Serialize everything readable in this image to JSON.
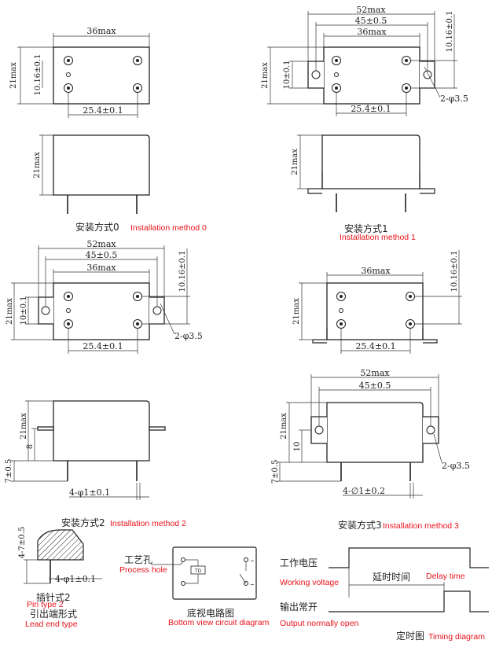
{
  "labels": {
    "m0_cn": "安装方式0",
    "m0_en": "Installation method 0",
    "m1_cn": "安装方式1",
    "m1_en": "Installation method 1",
    "m2_cn": "安装方式2",
    "m2_en": "Installation method 2",
    "m3_cn": "安装方式3",
    "m3_en": "Installation method 3",
    "pin_cn": "插针式2",
    "pin_en": "Pin type 2",
    "lead_cn": "引出端形式",
    "lead_en": "Lead end type",
    "process_cn": "工艺孔",
    "process_en": "Process hole",
    "bottom_cn": "底视电路图",
    "bottom_en": "Bottom view circuit diagram",
    "work_cn": "工作电压",
    "work_en": "Working voltage",
    "delay_cn": "延时时间",
    "delay_en": "Delay time",
    "output_cn": "输出常开",
    "output_en": "Output normally open",
    "timing_cn": "定时图",
    "timing_en": "Timing diagram"
  },
  "dims": {
    "w36": "36max",
    "w52": "52max",
    "w45": "45±0.5",
    "h21": "21max",
    "p1016": "10.16±0.1",
    "p254": "25.4±0.1",
    "d10": "10±0.1",
    "hole35": "2-φ3.5",
    "d10b": "10",
    "h7": "7±0.5",
    "h8": "8",
    "pins1": "4-φ1±0.1",
    "pins2": "4-∅1±0.2",
    "pin47": "4-7±0.5",
    "pinlead": "4-φ1±0.1",
    "td": "TD"
  }
}
